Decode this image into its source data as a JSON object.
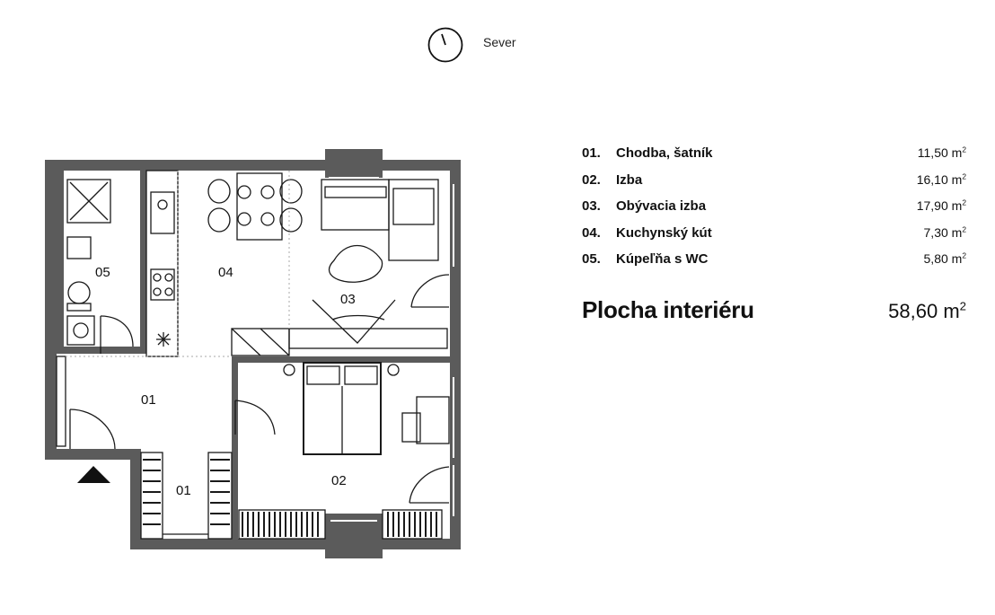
{
  "compass": {
    "label": "Sever",
    "icon": "compass-icon"
  },
  "rooms": [
    {
      "number": "01.",
      "name": "Chodba, šatník",
      "area": "11,50",
      "unit": "m",
      "exp": "2"
    },
    {
      "number": "02.",
      "name": "Izba",
      "area": "16,10",
      "unit": "m",
      "exp": "2"
    },
    {
      "number": "03.",
      "name": "Obývacia izba",
      "area": "17,90",
      "unit": "m",
      "exp": "2"
    },
    {
      "number": "04.",
      "name": "Kuchynský kút",
      "area": "7,30",
      "unit": "m",
      "exp": "2"
    },
    {
      "number": "05.",
      "name": "Kúpeľňa s WC",
      "area": "5,80",
      "unit": "m",
      "exp": "2"
    }
  ],
  "total": {
    "label": "Plocha interiéru",
    "value": "58,60",
    "unit": "m",
    "exp": "2"
  },
  "plan_labels": {
    "bath": "05",
    "kitchen": "04",
    "living": "03",
    "hall": "01",
    "wardrobe": "01",
    "bedroom": "02"
  },
  "colors": {
    "wall": "#5b5b5b",
    "line": "#1a1a1a",
    "background": "#ffffff"
  }
}
